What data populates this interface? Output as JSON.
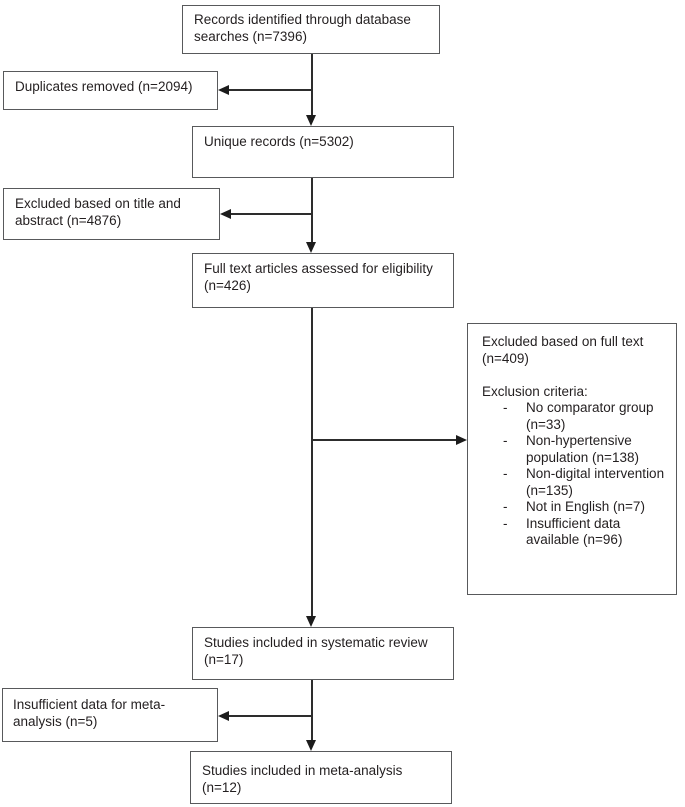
{
  "diagram": {
    "bullet_char": "-",
    "colors": {
      "box_border": "#58595b",
      "text": "#231f20",
      "connector": "#1c1c1c",
      "background": "#ffffff"
    },
    "boxes": {
      "records_identified": {
        "label": "Records identified through database searches (n=7396)"
      },
      "duplicates_removed": {
        "label": "Duplicates removed (n=2094)"
      },
      "unique_records": {
        "label": "Unique records (n=5302)"
      },
      "excluded_title_abstract": {
        "label": "Excluded based on title and abstract (n=4876)"
      },
      "full_text_assessed": {
        "label": "Full text articles assessed for eligibility (n=426)"
      },
      "excluded_full_text": {
        "label": "Excluded based on full text (n=409)",
        "criteria_heading": "Exclusion criteria:",
        "criteria": [
          "No comparator group (n=33)",
          "Non-hypertensive population (n=138)",
          "Non-digital intervention (n=135)",
          "Not in English (n=7)",
          "Insufficient data available (n=96)"
        ]
      },
      "systematic_review": {
        "label": "Studies included in systematic review (n=17)"
      },
      "insufficient_meta": {
        "label": "Insufficient data for meta-analysis (n=5)"
      },
      "meta_analysis": {
        "label": "Studies included in meta-analysis (n=12)"
      }
    }
  }
}
